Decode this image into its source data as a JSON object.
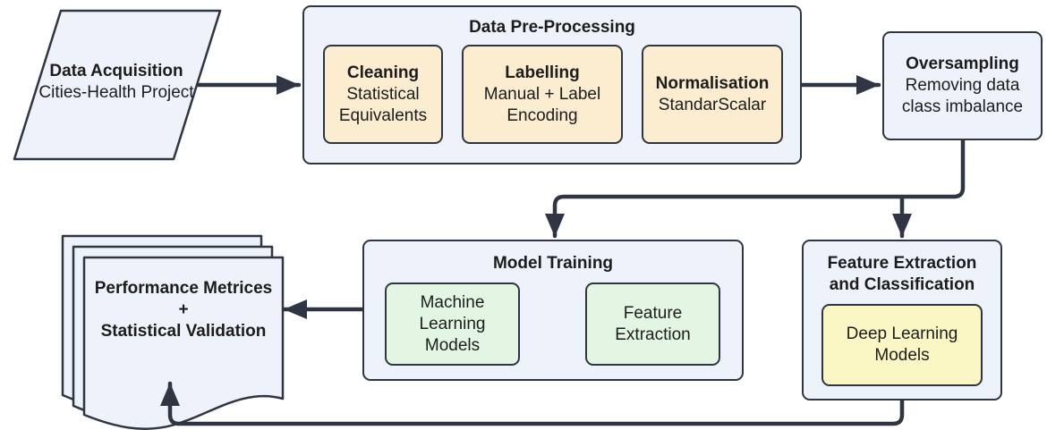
{
  "acquisition": {
    "title": "Data Acquisition",
    "subtitle": "Cities-Health Project"
  },
  "preprocessing": {
    "title": "Data Pre-Processing",
    "cleaning": {
      "title": "Cleaning",
      "line1": "Statistical",
      "line2": "Equivalents"
    },
    "labelling": {
      "title": "Labelling",
      "line1": "Manual + Label",
      "line2": "Encoding"
    },
    "normalisation": {
      "title": "Normalisation",
      "line1": "StandarScalar"
    }
  },
  "oversampling": {
    "title": "Oversampling",
    "line1": "Removing data",
    "line2": "class imbalance"
  },
  "model_training": {
    "title": "Model Training",
    "ml_models": {
      "line1": "Machine",
      "line2": "Learning",
      "line3": "Models"
    },
    "feature_extraction": {
      "line1": "Feature",
      "line2": "Extraction"
    }
  },
  "feature_classification": {
    "title_line1": "Feature Extraction",
    "title_line2": "and Classification",
    "deep_learning": {
      "line1": "Deep Learning",
      "line2": "Models"
    }
  },
  "performance": {
    "line1": "Performance Metrices",
    "line2": "+",
    "line3": "Statistical Validation"
  }
}
